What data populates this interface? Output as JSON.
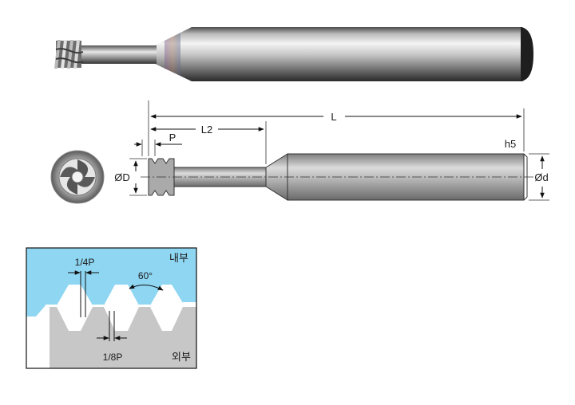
{
  "dimensions": {
    "overall_length": "L",
    "neck_length": "L2",
    "pitch": "P",
    "head_diameter": "ØD",
    "shank_diameter": "Ød",
    "shank_tolerance": "h5"
  },
  "thread_profile": {
    "crest_width_internal": "1/4P",
    "crest_width_external": "1/8P",
    "thread_angle": "60°",
    "internal_label": "내부",
    "external_label": "외부"
  },
  "colors": {
    "internal_thread": "#8fd6f2",
    "external_thread": "#c7c7c7",
    "tool_body": "#9a9a9a"
  }
}
